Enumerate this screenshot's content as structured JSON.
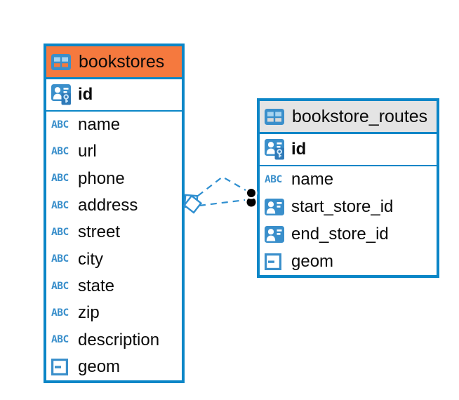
{
  "diagram": {
    "colors": {
      "table_border": "#0b86c7",
      "bookstores_header": "#f5793e",
      "routes_header": "#e4e4e4",
      "icon_blue": "#3a8fcb",
      "icon_blue_dark": "#2f7ab8",
      "icon_cell_light": "#a8d4f0",
      "connector": "#2f8fd0",
      "marker_dot": "#000000",
      "text": "#0a0a0a"
    },
    "icons": {
      "text_type_label": "ABC"
    },
    "tables": [
      {
        "name": "bookstores",
        "primary_key": {
          "name": "id"
        },
        "columns": [
          {
            "name": "name",
            "type": "text"
          },
          {
            "name": "url",
            "type": "text"
          },
          {
            "name": "phone",
            "type": "text"
          },
          {
            "name": "address",
            "type": "text"
          },
          {
            "name": "street",
            "type": "text"
          },
          {
            "name": "city",
            "type": "text"
          },
          {
            "name": "state",
            "type": "text"
          },
          {
            "name": "zip",
            "type": "text"
          },
          {
            "name": "description",
            "type": "text"
          },
          {
            "name": "geom",
            "type": "geometry"
          }
        ]
      },
      {
        "name": "bookstore_routes",
        "primary_key": {
          "name": "id"
        },
        "columns": [
          {
            "name": "name",
            "type": "text"
          },
          {
            "name": "start_store_id",
            "type": "reference"
          },
          {
            "name": "end_store_id",
            "type": "reference"
          },
          {
            "name": "geom",
            "type": "geometry"
          }
        ]
      }
    ],
    "relationship": {
      "endpoints": [
        "bookstores",
        "bookstore_routes"
      ],
      "line_style": "dashed"
    }
  }
}
